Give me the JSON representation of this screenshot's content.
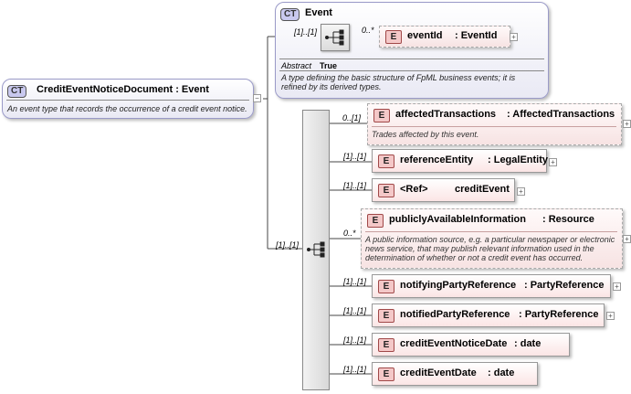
{
  "root": {
    "badge": "CT",
    "title": "CreditEventNoticeDocument : Event",
    "description": "An event type that records the occurrence of a credit event notice."
  },
  "base": {
    "badge": "CT",
    "title": "Event",
    "abstract_label": "Abstract",
    "abstract_value": "True",
    "description": "A type defining the basic structure of FpML business events; it is refined by its derived types.",
    "sequence_card": "[1]..[1]",
    "element": {
      "badge": "E",
      "card": "0..*",
      "name": "eventId",
      "type": ": EventId"
    }
  },
  "sequence_card": "[1]..[1]",
  "elements": [
    {
      "badge": "E",
      "card": "0..[1]",
      "name": "affectedTransactions",
      "type": ": AffectedTransactions",
      "description": "Trades affected by this event."
    },
    {
      "badge": "E",
      "card": "[1]..[1]",
      "name": "referenceEntity",
      "type": ": LegalEntity"
    },
    {
      "badge": "E",
      "card": "[1]..[1]",
      "name": "<Ref>",
      "type": "creditEvent"
    },
    {
      "badge": "E",
      "card": "0..*",
      "name": "publiclyAvailableInformation",
      "type": ": Resource",
      "description": "A public information source, e.g. a particular newspaper or electronic news service, that may publish relevant information used in the determination of whether or not a credit event has occurred."
    },
    {
      "badge": "E",
      "card": "[1]..[1]",
      "name": "notifyingPartyReference",
      "type": ": PartyReference"
    },
    {
      "badge": "E",
      "card": "[1]..[1]",
      "name": "notifiedPartyReference",
      "type": ": PartyReference"
    },
    {
      "badge": "E",
      "card": "[1]..[1]",
      "name": "creditEventNoticeDate",
      "type": ": date"
    },
    {
      "badge": "E",
      "card": "[1]..[1]",
      "name": "creditEventDate",
      "type": ": date"
    }
  ],
  "colors": {
    "ct_border": "#9a9ac8",
    "element_fill": "#fbe5e5",
    "element_badge": "#f4c8c8"
  },
  "icons": [
    "sequence-icon",
    "expand-plus-icon",
    "collapse-minus-icon"
  ]
}
